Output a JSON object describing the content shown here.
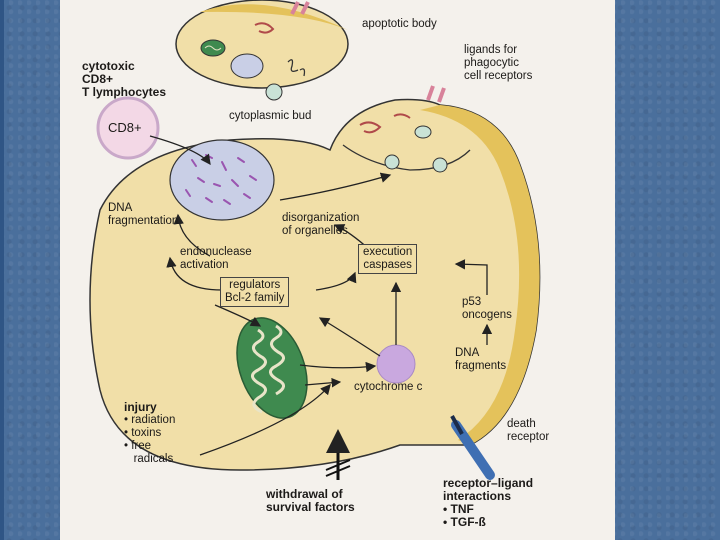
{
  "labels": {
    "apoptotic_body": "apoptotic body",
    "ligands": "ligands for\nphagocytic\ncell receptors",
    "ctl": "cytotoxic\nCD8+\nT lymphocytes",
    "cd8": "CD8+",
    "cytoplasmic_bud": "cytoplasmic bud",
    "dna_fragmentation": "DNA\nfragmentation",
    "disorganization": "disorganization\nof organelles",
    "endonuclease": "endonuclease\nactivation",
    "execution_caspases": "execution\ncaspases",
    "regulators": "regulators\nBcl-2 family",
    "p53": "p53\noncogens",
    "dna_fragments": "DNA\nfragments",
    "cytochrome": "cytochrome c",
    "injury_title": "injury",
    "injury_items": "• radiation\n• toxins\n• free\n   radicals",
    "death_receptor": "death\nreceptor",
    "withdrawal": "withdrawal of\nsurvival factors",
    "receptor_ligand": "receptor–ligand\ninteractions",
    "receptor_ligand_items": "• TNF\n• TGF-ß"
  },
  "colors": {
    "cell_fill": "#f1dfa8",
    "membrane": "#e4c25b",
    "nucleus": "#c9cfe6",
    "dna_speckle": "#9a55b0",
    "mitochondrion": "#3f8a4f",
    "cytochrome": "#c9a8df",
    "organelle": "#c9e2d6",
    "receptor": "#3f6fb3"
  }
}
